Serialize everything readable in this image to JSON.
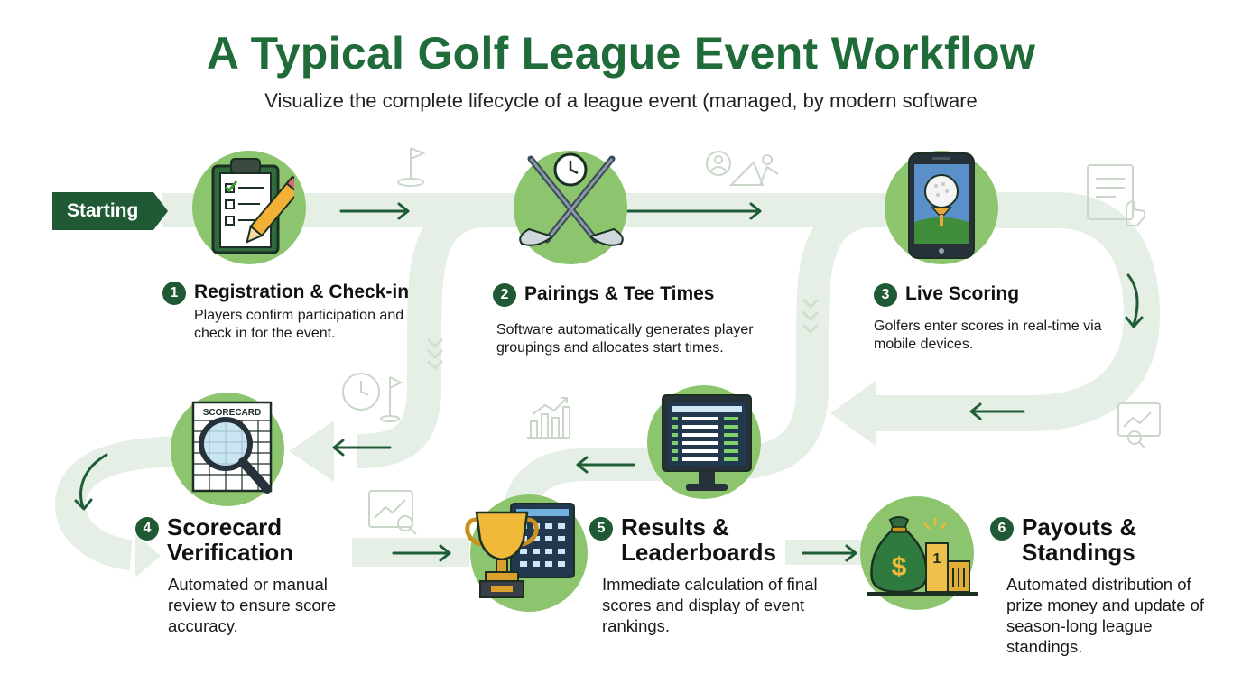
{
  "title": "A Typical Golf League Event Workflow",
  "subtitle": "Visualize the complete lifecycle of a league event (managed, by modern software",
  "start_label": "Starting",
  "steps": [
    {
      "number": "1",
      "title": "Registration & Check-in",
      "description": "Players confirm participation and check in for the event.",
      "icon": "clipboard-pencil-icon"
    },
    {
      "number": "2",
      "title": "Pairings & Tee Times",
      "description": "Software automatically generates player groupings and allocates start times.",
      "icon": "crossed-clubs-clock-icon"
    },
    {
      "number": "3",
      "title": "Live Scoring",
      "description": "Golfers enter scores in real-time via mobile devices.",
      "icon": "smartphone-golf-ball-icon"
    },
    {
      "number": "4",
      "title": "Scorecard Verification",
      "description": "Automated or manual review to ensure score accuracy.",
      "icon": "scorecard-magnifier-icon",
      "icon_text": "SCORECARD"
    },
    {
      "number": "5",
      "title": "Results & Leaderboards",
      "description": "Immediate calculation of final scores and display of event rankings.",
      "icon": "trophy-leaderboard-icon"
    },
    {
      "number": "6",
      "title": "Payouts & Standings",
      "description": "Automated distribution of prize money and update of season-long league standings.",
      "icon": "money-bag-podium-icon"
    }
  ],
  "colors": {
    "title": "#1f6b3a",
    "accent_dark": "#1f5a34",
    "circle": "#8cc56e",
    "path": "#e6efe5",
    "arrow": "#1e5c36"
  }
}
